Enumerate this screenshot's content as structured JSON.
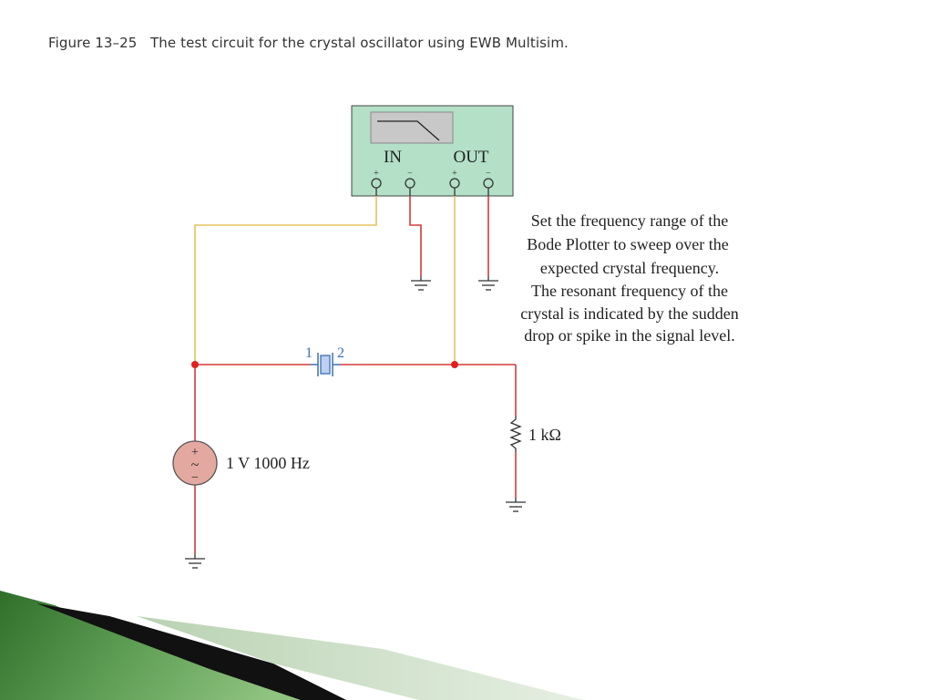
{
  "caption": "Figure 13–25   The test circuit for the crystal oscillator using EWB Multisim.",
  "bode_plotter": {
    "in_label": "IN",
    "out_label": "OUT",
    "plus": "+",
    "minus": "−"
  },
  "crystal": {
    "pin1": "1",
    "pin2": "2"
  },
  "source": {
    "label": "1 V 1000 Hz",
    "plus": "+",
    "tilde": "~",
    "minus": "−"
  },
  "resistor": {
    "label": "1 kΩ"
  },
  "note": {
    "lines": [
      "Set the frequency range of the",
      "Bode Plotter to sweep over the",
      "expected crystal frequency.",
      "The resonant frequency of the",
      "crystal is indicated by the sudden",
      "drop or spike in the signal level."
    ]
  },
  "colors": {
    "wire_red": "#d63a3a",
    "wire_yellow": "#e8c060",
    "plotter_fill": "#b3e0c7",
    "screen_fill": "#c8c8c8",
    "source_fill": "#e3a9a0",
    "crystal_blue": "#3b6fb5",
    "dot_red": "#e02020"
  }
}
